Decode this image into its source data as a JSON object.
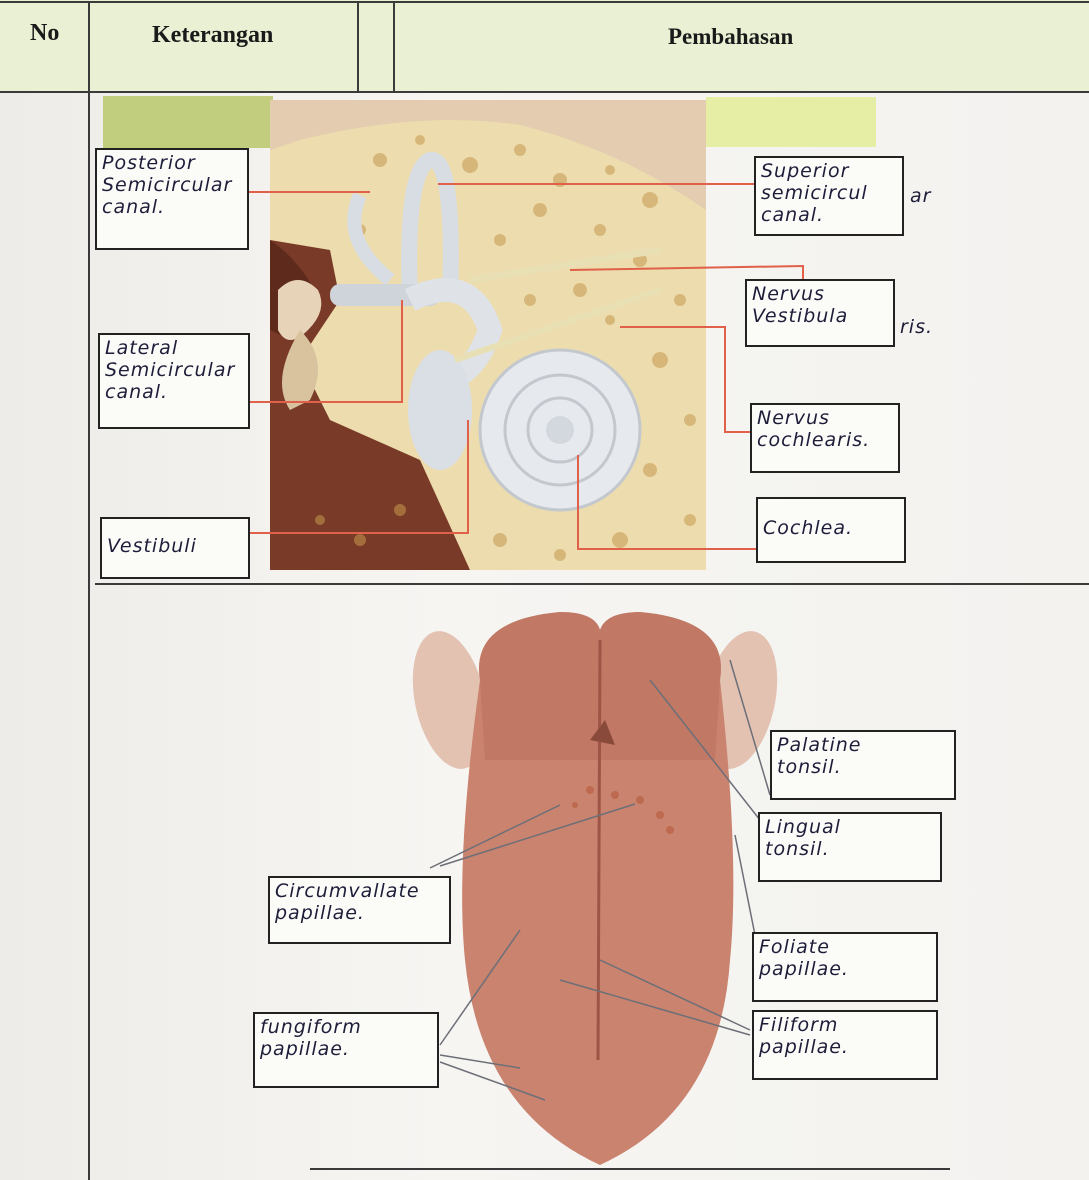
{
  "table": {
    "headers": {
      "no": "No",
      "keterangan": "Keterangan",
      "pembahasan": "Pembahasan"
    }
  },
  "ear": {
    "labels": {
      "posterior": "Posterior\nSemicircular\ncanal.",
      "superior": "Superior\nsemicircul\ncanal.",
      "superior_overflow": "ar",
      "nervus_vestibularis": "Nervus\nVestibula",
      "nervus_vestibularis_overflow": "ris.",
      "lateral": "Lateral\nSemicircular\ncanal.",
      "nervus_cochlearis": "Nervus\ncochlearis.",
      "vestibuli": "Vestibuli",
      "cochlea": "Cochlea."
    }
  },
  "tongue": {
    "labels": {
      "palatine": "Palatine\ntonsil.",
      "lingual": "Lingual\ntonsil.",
      "circumvallate": "Circumvallate\npapillae.",
      "foliate": "Foliate\npapillae.",
      "fungiform": "fungiform\npapillae.",
      "filiform": "Filiform\npapillae."
    }
  },
  "colors": {
    "header_bg": "#e9f0d3",
    "leader_line": "#e0604a",
    "tongue": "#c9836f"
  }
}
